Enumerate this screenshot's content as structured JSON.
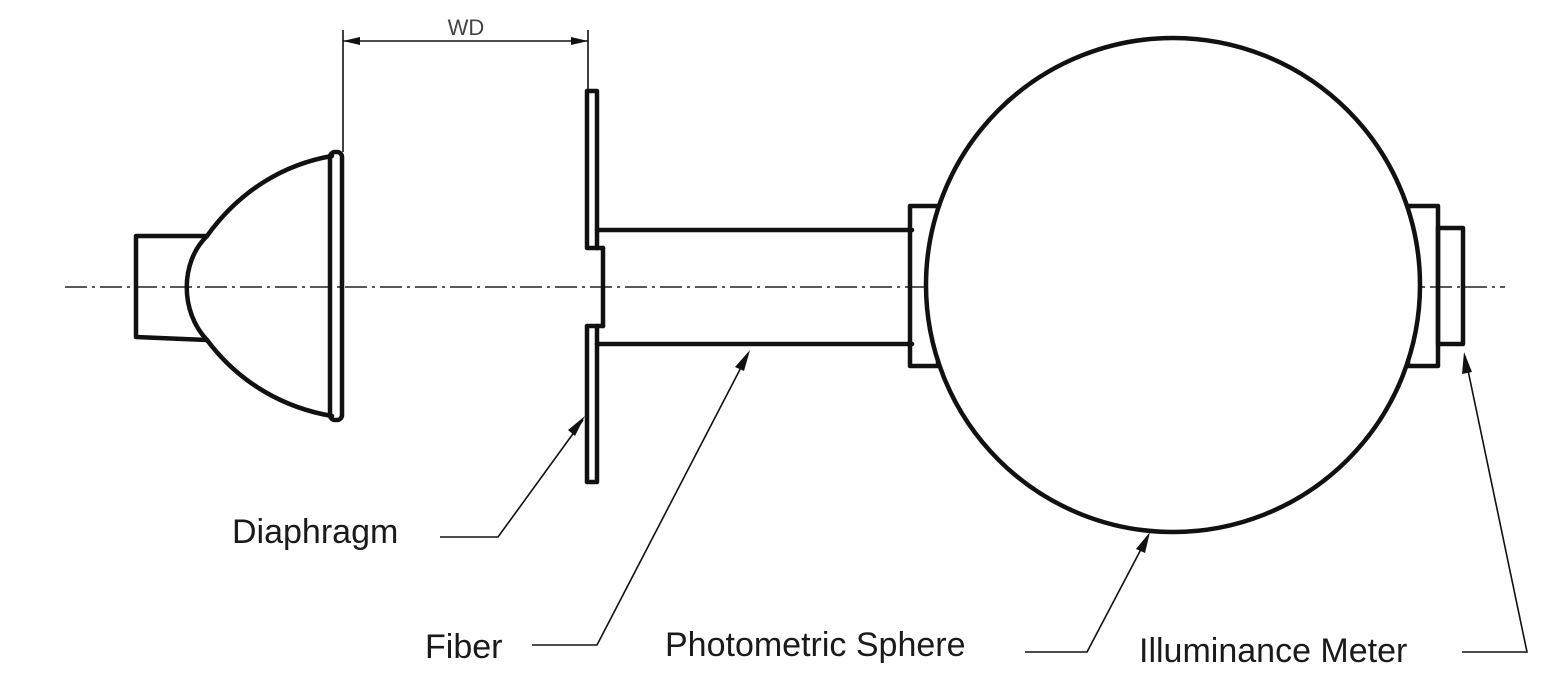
{
  "labels": {
    "working_distance": "WD",
    "diaphragm": "Diaphragm",
    "fiber": "Fiber",
    "photometric_sphere": "Photometric Sphere",
    "illuminance_meter": "Illuminance Meter"
  },
  "colors": {
    "line": "#111111",
    "background": "#ffffff"
  }
}
